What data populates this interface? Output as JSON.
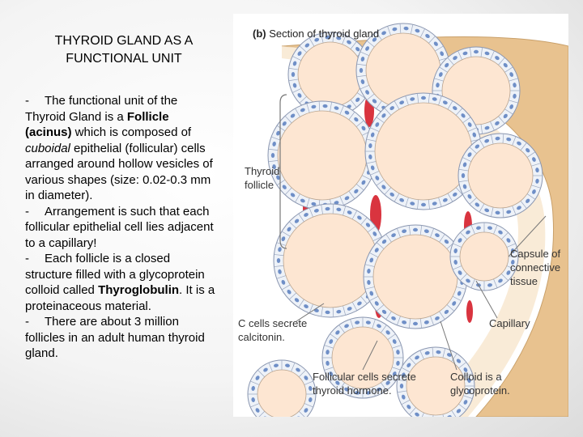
{
  "title_lines": [
    "THYROID GLAND AS A",
    "FUNCTIONAL UNIT"
  ],
  "body": {
    "p1_dash": "-",
    "p1_a": "The functional unit of the Thyroid Gland is a ",
    "p1_bold": "Follicle (acinus)",
    "p1_b": " which is composed of ",
    "p1_ital": "cuboidal",
    "p1_c": " epithelial (follicular) cells arranged around hollow vesicles of various shapes (size: 0.02-0.3 mm in diameter).",
    "p2_dash": "-",
    "p2": "Arrangement is such that each follicular epithelial cell lies adjacent to a capillary!",
    "p3_dash": "-",
    "p3_a": "Each follicle is a closed structure filled with a glycoprotein colloid called ",
    "p3_bold": "Thyroglobulin",
    "p3_b": ". It is a proteinaceous material.",
    "p4_dash": "-",
    "p4": "There are about 3 million follicles in an adult human thyroid gland."
  },
  "figure": {
    "caption_b": "(b)",
    "caption": " Section of thyroid gland",
    "label_follicle": [
      "Thyroid",
      "follicle"
    ],
    "label_capsule": [
      "Capsule of",
      "connective",
      "tissue"
    ],
    "label_ccells": [
      "C cells secrete",
      "calcitonin."
    ],
    "label_capillary": "Capillary",
    "label_follicular": [
      "Follicular cells secrete",
      "thyroid hormone."
    ],
    "label_colloid": [
      "Colloid is a",
      "glycoprotein."
    ],
    "colors": {
      "colloid": "#fde6d2",
      "cell": "#eef2f8",
      "nucleus": "#6f8fc7",
      "capillary": "#d9343f",
      "capsule": "#e8c28f"
    }
  }
}
